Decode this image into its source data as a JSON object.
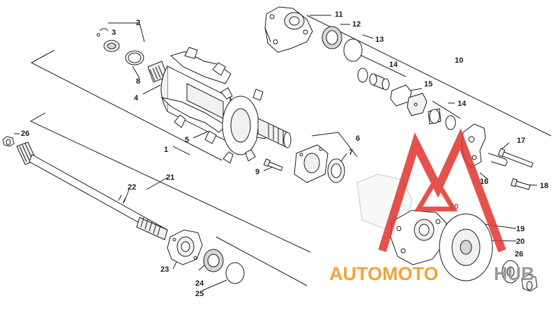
{
  "diagram": {
    "callouts": {
      "c1": "1",
      "c2": "2",
      "c3": "3",
      "c4": "4",
      "c5": "5",
      "c6": "6",
      "c7": "7",
      "c8": "8",
      "c9": "9",
      "c10": "10",
      "c10b": "10",
      "c11": "11",
      "c12": "12",
      "c13": "13",
      "c14a": "14",
      "c14b": "14",
      "c15": "15",
      "c16": "16",
      "c17": "17",
      "c18": "18",
      "c19": "19",
      "c20": "20",
      "c21": "21",
      "c22": "22",
      "c23": "23",
      "c24": "24",
      "c25": "25",
      "c26a": "26",
      "c26b": "26"
    }
  },
  "watermark": {
    "brand_part1": "AUTOMOTO",
    "brand_part2": "HUB",
    "color_primary": "#f2a33a",
    "color_secondary": "#9a9a9a",
    "logo_color": "#e0342c"
  }
}
